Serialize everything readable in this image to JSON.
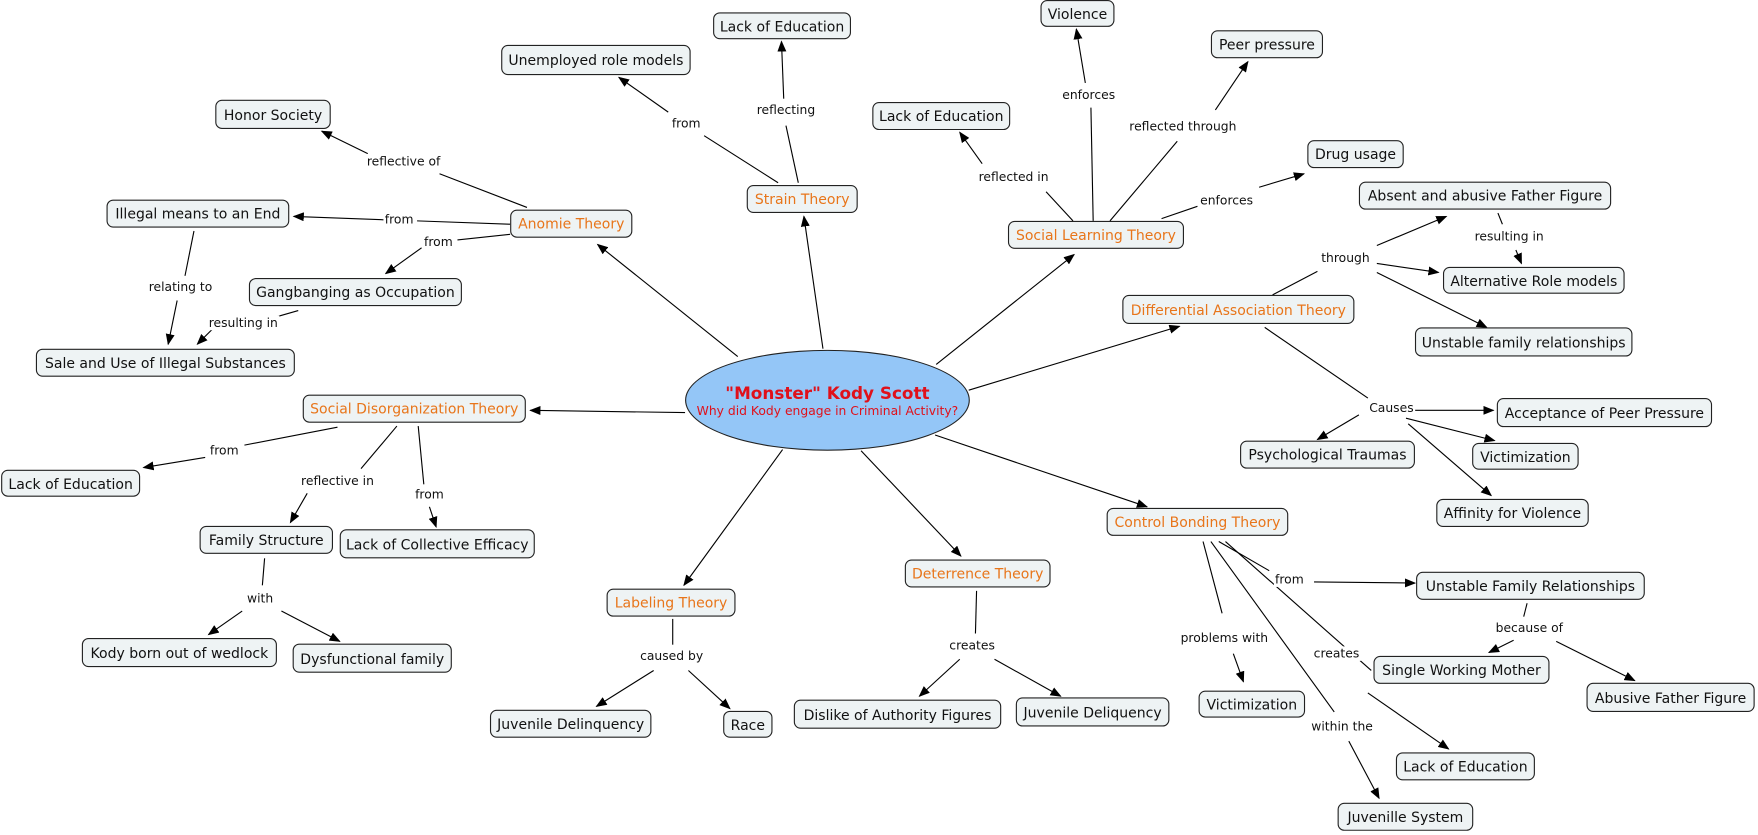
{
  "center": {
    "title": "\"Monster\" Kody Scott",
    "subtitle": "Why did Kody engage in Criminal Activity?",
    "color": "#94c6f7"
  },
  "colors": {
    "theory_text": "#e8751a",
    "center_text": "#e0101a",
    "node_bg": "#eef3f4"
  },
  "nodes": [
    {
      "id": "edu1",
      "label": "Lack of Education"
    },
    {
      "id": "unemp",
      "label": "Unemployed role models"
    },
    {
      "id": "violence",
      "label": "Violence"
    },
    {
      "id": "peer",
      "label": "Peer pressure"
    },
    {
      "id": "honor",
      "label": "Honor Society"
    },
    {
      "id": "edu2",
      "label": "Lack of Education"
    },
    {
      "id": "drug",
      "label": "Drug usage"
    },
    {
      "id": "strain",
      "label": "Strain Theory",
      "theory": true
    },
    {
      "id": "absent",
      "label": "Absent and abusive Father Figure"
    },
    {
      "id": "illegal",
      "label": "Illegal means to an End"
    },
    {
      "id": "anomie",
      "label": "Anomie Theory",
      "theory": true
    },
    {
      "id": "slt",
      "label": "Social Learning Theory",
      "theory": true
    },
    {
      "id": "altrole",
      "label": "Alternative Role models"
    },
    {
      "id": "gang",
      "label": "Gangbanging as Occupation"
    },
    {
      "id": "dat",
      "label": "Differential Association Theory",
      "theory": true
    },
    {
      "id": "unstable1",
      "label": "Unstable family relationships"
    },
    {
      "id": "sale",
      "label": "Sale and Use of Illegal Substances"
    },
    {
      "id": "sdt",
      "label": "Social Disorganization Theory",
      "theory": true
    },
    {
      "id": "accept",
      "label": "Acceptance of Peer Pressure"
    },
    {
      "id": "psych",
      "label": "Psychological Traumas"
    },
    {
      "id": "vict1",
      "label": "Victimization"
    },
    {
      "id": "edu3",
      "label": "Lack of Education"
    },
    {
      "id": "affinity",
      "label": "Affinity for Violence"
    },
    {
      "id": "family",
      "label": "Family Structure"
    },
    {
      "id": "collective",
      "label": "Lack of Collective Efficacy"
    },
    {
      "id": "cbt",
      "label": "Control Bonding Theory",
      "theory": true
    },
    {
      "id": "deter",
      "label": "Deterrence Theory",
      "theory": true
    },
    {
      "id": "unstable2",
      "label": "Unstable Family Relationships"
    },
    {
      "id": "labeling",
      "label": "Labeling Theory",
      "theory": true
    },
    {
      "id": "wedlock",
      "label": "Kody born out of wedlock"
    },
    {
      "id": "dysfunc",
      "label": "Dysfunctional family"
    },
    {
      "id": "single",
      "label": "Single Working Mother"
    },
    {
      "id": "abusive",
      "label": "Abusive Father Figure"
    },
    {
      "id": "dislike",
      "label": "Dislike of Authority Figures"
    },
    {
      "id": "juvdeliq",
      "label": "Juvenile Deliquency"
    },
    {
      "id": "vict2",
      "label": "Victimization"
    },
    {
      "id": "juvdelin",
      "label": "Juvenile Delinquency"
    },
    {
      "id": "race",
      "label": "Race"
    },
    {
      "id": "edu4",
      "label": "Lack of Education"
    },
    {
      "id": "juvsys",
      "label": "Juvenille System"
    }
  ],
  "link_labels": [
    "reflecting",
    "from",
    "reflective of",
    "from",
    "from",
    "relating to",
    "resulting in",
    "enforces",
    "reflected through",
    "reflected in",
    "enforces",
    "through",
    "resulting in",
    "Causes",
    "from",
    "reflective in",
    "from",
    "with",
    "caused by",
    "creates",
    "from",
    "problems with",
    "creates",
    "within the",
    "because of"
  ]
}
